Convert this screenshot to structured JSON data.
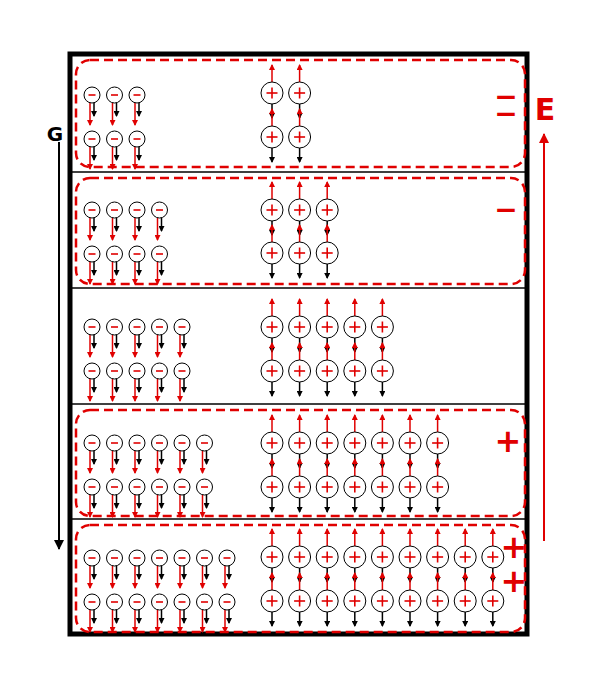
{
  "diagram": {
    "labels": [
      "G",
      "E",
      "−",
      "−",
      "−",
      "+",
      "+",
      "+"
    ]
  }
}
